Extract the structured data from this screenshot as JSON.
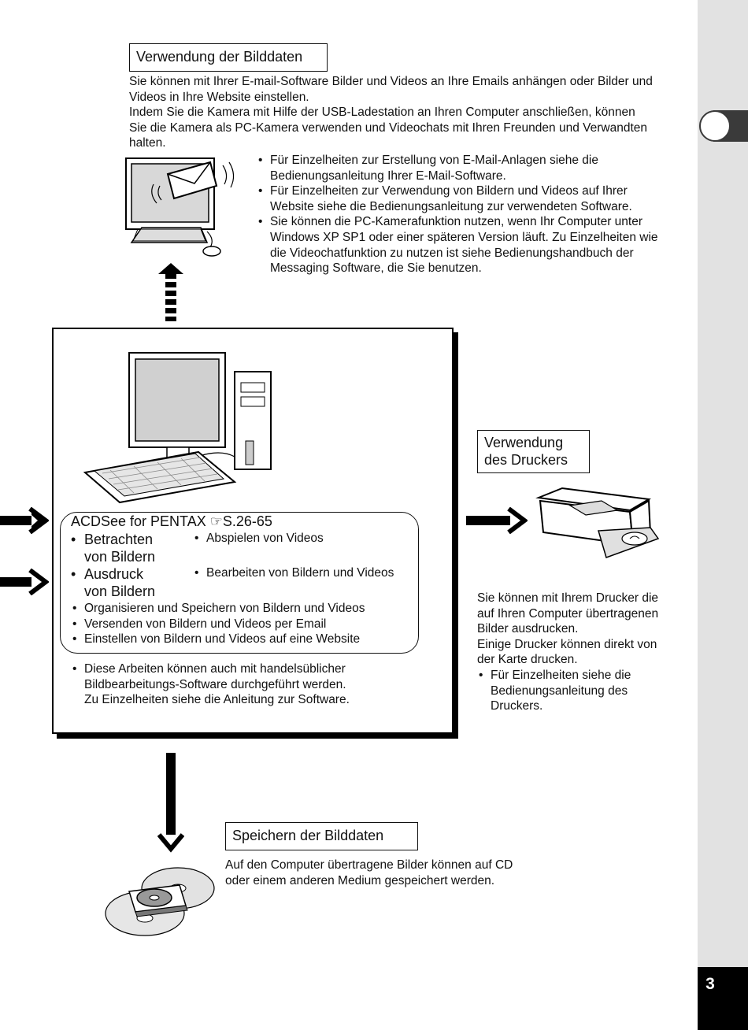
{
  "section_bilddaten": {
    "heading": "Verwendung der Bilddaten",
    "para1_line1": "Sie können mit Ihrer E-mail-Software Bilder und Videos an Ihre Emails anhängen oder Bilder und",
    "para1_line2": "Videos in Ihre Website einstellen.",
    "para2_line1": "Indem Sie die Kamera mit Hilfe der USB-Ladestation an Ihren Computer anschließen, können",
    "para2_line2": "Sie die Kamera als PC-Kamera verwenden und Videochats mit Ihren Freunden und Verwandten",
    "para2_line3": "halten.",
    "bullets": [
      {
        "line1": "Für Einzelheiten zur Erstellung von E-Mail-Anlagen siehe die",
        "line2": "Bedienungsanleitung Ihrer E-Mail-Software.",
        "line3": "",
        "line4": ""
      },
      {
        "line1": "Für Einzelheiten zur Verwendung von Bildern und Videos auf Ihrer",
        "line2": "Website siehe die Bedienungsanleitung zur verwendeten Software.",
        "line3": "",
        "line4": ""
      },
      {
        "line1": "Sie können die PC-Kamerafunktion nutzen, wenn Ihr Computer unter",
        "line2": "Windows XP SP1 oder einer späteren Version läuft. Zu Einzelheiten wie",
        "line3": "die Videochatfunktion zu nutzen ist siehe Bedienungshandbuch der",
        "line4": "Messaging Software, die Sie benutzen."
      }
    ]
  },
  "acdsee": {
    "title": "ACDSee for PENTAX ☞S.26-65",
    "item_betrachten_1": "Betrachten",
    "item_betrachten_2": "von Bildern",
    "item_ausdruck_1": "Ausdruck",
    "item_ausdruck_2": "von Bildern",
    "item_abspielen": "Abspielen von Videos",
    "item_bearbeiten": "Bearbeiten von Bildern und Videos",
    "small_items": [
      "Organisieren und Speichern von Bildern und Videos",
      "Versenden von Bildern und Videos per Email",
      "Einstellen von Bildern und Videos auf eine Website"
    ],
    "note_line1": "Diese Arbeiten können auch mit handelsüblicher",
    "note_line2": "Bildbearbeitungs-Software durchgeführt werden.",
    "note_line3": "Zu Einzelheiten siehe die Anleitung zur Software."
  },
  "section_drucker": {
    "heading_line1": "Verwendung",
    "heading_line2": "des Druckers",
    "lines": [
      "Sie können mit Ihrem Drucker die",
      "auf Ihren Computer übertragenen",
      "Bilder ausdrucken.",
      "Einige Drucker können direkt von",
      "der Karte drucken."
    ],
    "bullet_line1": "Für Einzelheiten siehe die",
    "bullet_line2": "Bedienungsanleitung des",
    "bullet_line3": "Druckers."
  },
  "section_speichern": {
    "heading": "Speichern der Bilddaten",
    "line1": "Auf den Computer übertragene Bilder können auf CD",
    "line2": "oder einem anderen Medium gespeichert werden."
  },
  "page_number": "3",
  "icons": [
    "email-computer-icon",
    "desktop-computer-icon",
    "printer-icon",
    "cd-disc-icon",
    "arrow-right-icon",
    "arrow-up-icon",
    "arrow-down-icon"
  ]
}
